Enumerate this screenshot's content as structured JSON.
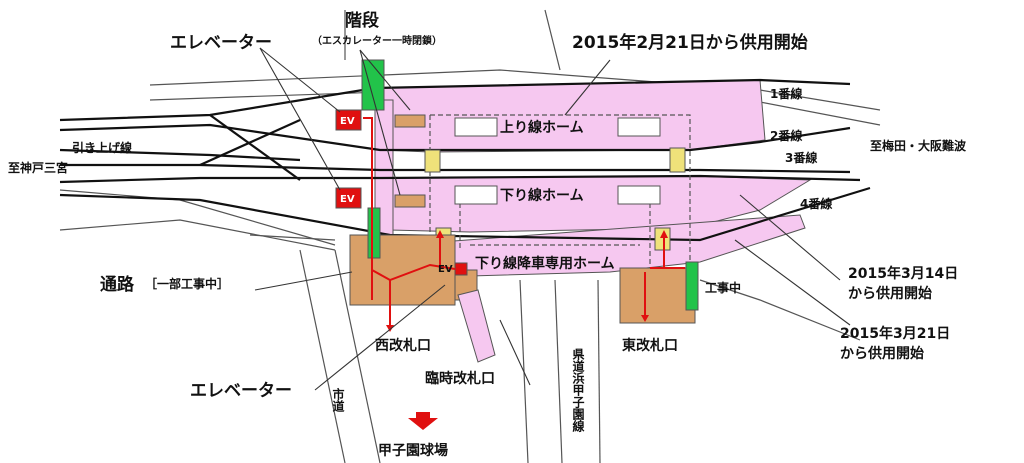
{
  "labels": {
    "stairs": "階段",
    "stairs_note": "（エスカレーター一時閉鎖）",
    "elevator_top": "エレベーター",
    "elevator_bottom": "エレベーター",
    "open_0221": "2015年2月21日から供用開始",
    "track1": "1番線",
    "track2": "2番線",
    "track3": "3番線",
    "track4": "4番線",
    "to_umeda": "至梅田・大阪難波",
    "pull_up_track": "引き上げ線",
    "to_kobe": "至神戸三宮",
    "up_platform": "上り線ホーム",
    "down_platform": "下り線ホーム",
    "alight_platform": "下り線降車専用ホーム",
    "passage": "通路",
    "passage_note": "［一部工事中］",
    "ev_top": "EV",
    "ev_mid": "EV",
    "ev_small": "EV",
    "west_gate": "西改札口",
    "east_gate": "東改札口",
    "temp_gate": "臨時改札口",
    "under_construction": "工事中",
    "open_0314_a": "2015年3月14日",
    "open_0314_b": "から供用開始",
    "open_0321_a": "2015年3月21日",
    "open_0321_b": "から供用開始",
    "city_road": "市道",
    "pref_road": "県道浜甲子園線",
    "stadium": "甲子園球場"
  },
  "colors": {
    "platform": "#f6c8f0",
    "passage": "#d9a068",
    "green": "#22c34a",
    "yellow": "#efe27a",
    "red": "#e01010",
    "track": "#111111"
  }
}
